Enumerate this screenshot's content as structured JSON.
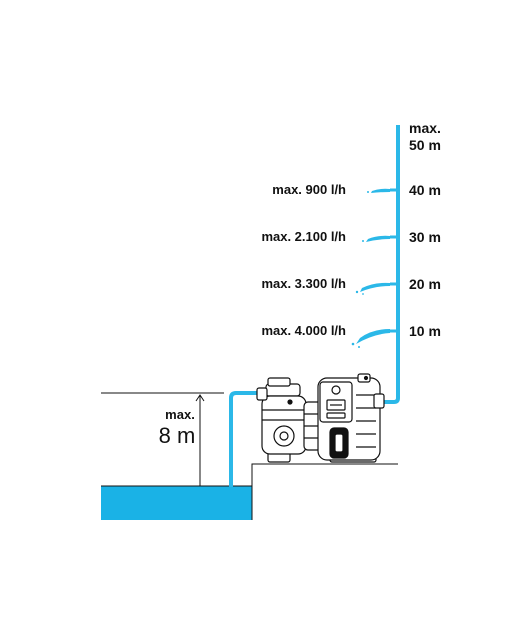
{
  "colors": {
    "water": "#1ab2e6",
    "pipe": "#2bb8e8",
    "line": "#111111",
    "pump_body": "#ffffff"
  },
  "suction": {
    "max_label": "max.",
    "value": "8 m"
  },
  "discharge": {
    "top_label_line1": "max.",
    "top_label_line2": "50 m"
  },
  "levels": [
    {
      "height": "40 m",
      "flow": "max. 900 l/h"
    },
    {
      "height": "30 m",
      "flow": "max. 2.100 l/h"
    },
    {
      "height": "20 m",
      "flow": "max. 3.300 l/h"
    },
    {
      "height": "10 m",
      "flow": "max. 4.000 l/h"
    }
  ],
  "pump": {
    "icon": "garden-pump-icon"
  }
}
